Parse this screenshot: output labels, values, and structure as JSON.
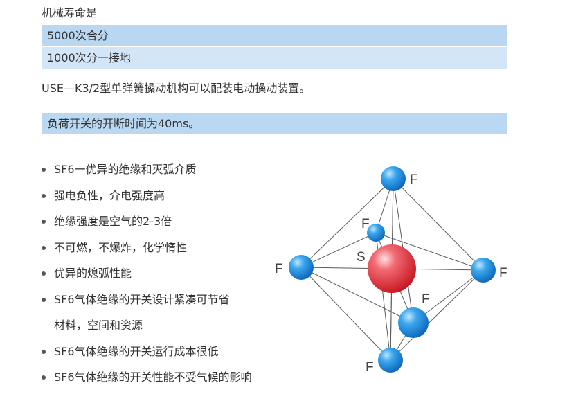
{
  "mechanical_life_title": "机械寿命是",
  "bands": {
    "life_1": "5000次合分",
    "life_2": "1000次分一接地"
  },
  "description": "USE—K3/2型单弹簧操动机构可以配装电动操动装置。",
  "break_time": "负荷开关的开断时间为40ms。",
  "bullets": [
    "SF6一优异的绝缘和灭弧介质",
    "强电负性，介电强度高",
    "绝缘强度是空气的2-3倍",
    "不可燃，不爆炸，化学惰性",
    "优异的熄弧性能",
    "SF6气体绝缘的开关设计紧凑可节省",
    "材料，空间和资源",
    "SF6气体绝缘的开关运行成本很低",
    "SF6气体绝缘的开关性能不受气候的影响"
  ],
  "molecule": {
    "center_label": "S",
    "outer_label": "F",
    "colors": {
      "sulfur": "#e8353f",
      "fluorine": "#1a8fe0",
      "band_dark": "#b9d7f1",
      "band_light": "#d3e6f7"
    }
  }
}
